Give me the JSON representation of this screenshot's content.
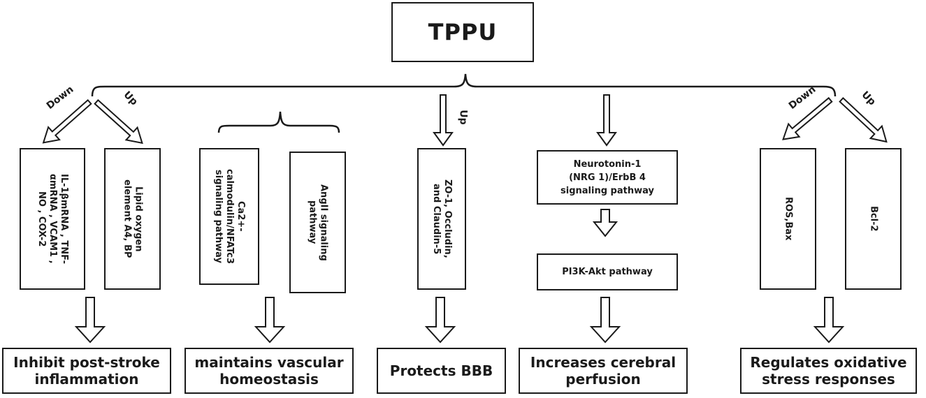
{
  "title": "TPPU",
  "branch1": {
    "down_label": "Down",
    "up_label": "Up",
    "down_box": "IL-1βmRNA , TNF-\nαmRNA , VCAM1 ,\nNO , COX-2",
    "up_box": "Lipid oxygen\nelement A4, BP",
    "outcome": "Inhibit post-stroke\ninflammation"
  },
  "branch2": {
    "left_box": "Ca2+-\ncalmodulin/NFATc3\nsignaling pathway",
    "right_box": "AngII  signaling\npathway",
    "outcome": "maintains vascular\nhomeostasis"
  },
  "branch3": {
    "up_label": "Up",
    "box": "ZO-1, Occludin,\nand Claudin-5",
    "outcome": "Protects BBB"
  },
  "branch4": {
    "top_box": "Neurotonin-1\n(NRG 1)/ErbB 4\nsignaling pathway",
    "bottom_box": "PI3K-Akt pathway",
    "outcome": "Increases cerebral\nperfusion"
  },
  "branch5": {
    "down_label": "Down",
    "up_label": "Up",
    "down_box": "ROS,Bax",
    "up_box": "Bcl-2",
    "outcome": "Regulates oxidative\nstress responses"
  }
}
